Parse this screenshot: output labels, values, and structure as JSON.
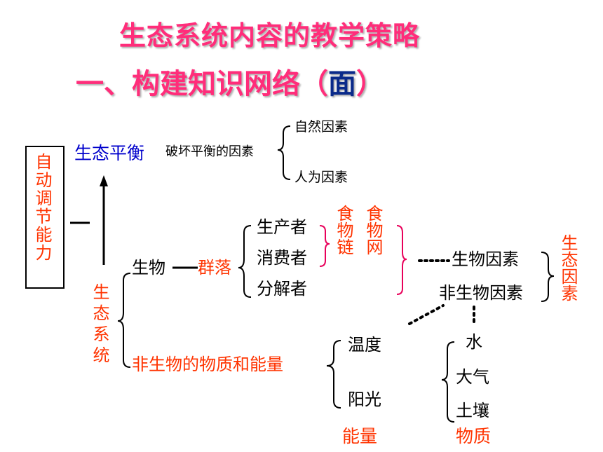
{
  "title": "生态系统内容的教学策略",
  "subtitle": {
    "prefix": "一、构建知识网络",
    "open": "（",
    "mian": "面",
    "close": "）"
  },
  "nodes": {
    "self_regulation": "自动调节能力",
    "eco_balance": "生态平衡",
    "damage_factors": "破坏平衡的因素",
    "natural_factors": "自然因素",
    "human_factors": "人为因素",
    "ecosystem": "生态系统",
    "organisms": "生物",
    "community": "群落",
    "producer": "生产者",
    "consumer": "消费者",
    "decomposer": "分解者",
    "food_chain": "食物链",
    "food_web": "食物网",
    "biotic_factors": "生物因素",
    "abiotic_factors": "非生物因素",
    "ecological_factors": "生态因素",
    "abiotic_matter_energy": "非生物的物质和能量",
    "temperature": "温度",
    "sunlight": "阳光",
    "energy": "能量",
    "water": "水",
    "air": "大气",
    "soil": "土壤",
    "matter": "物质"
  },
  "colors": {
    "title": "#ff2d7a",
    "blue": "#0000cc",
    "red": "#ff3300",
    "pink_bracket": "#e8005a"
  }
}
